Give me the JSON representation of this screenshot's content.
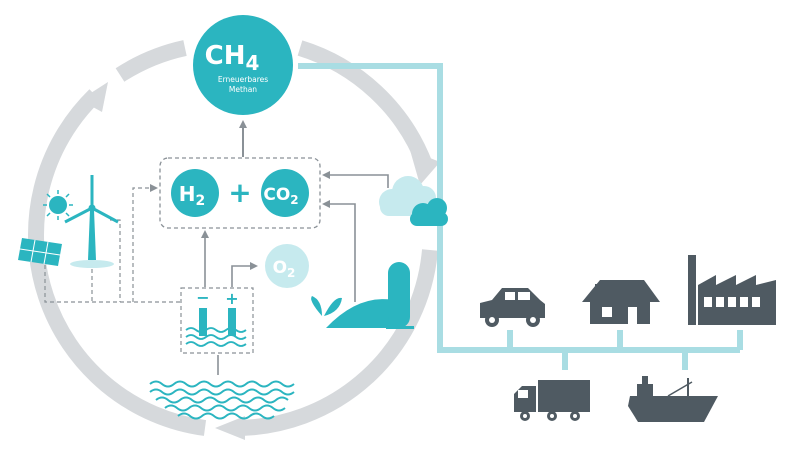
{
  "methane": {
    "formula_main": "CH",
    "formula_sub": "4",
    "label_line1": "Erneuerbares",
    "label_line2": "Methan"
  },
  "hydrogen": {
    "main": "H",
    "sub": "2"
  },
  "plus_sign": "+",
  "carbon_dioxide": {
    "main": "CO",
    "sub": "2"
  },
  "oxygen": {
    "main": "O",
    "sub": "2"
  },
  "electrolyzer": {
    "minus": "−",
    "plus": "+"
  },
  "colors": {
    "teal": "#2bb5c0",
    "teal_light": "#a9dde3",
    "teal_pale": "#c6eaee",
    "cycle_gray": "#d6d9dc",
    "icon_dark": "#4f5a62",
    "arrow_gray": "#8a9197"
  },
  "icons": [
    "solar-panel-icon",
    "sun-icon",
    "wind-turbine-icon",
    "cloud-icon",
    "biogas-plant-icon",
    "sprout-icon",
    "water-waves-icon",
    "car-icon",
    "house-icon",
    "factory-icon",
    "truck-icon",
    "ship-icon"
  ]
}
